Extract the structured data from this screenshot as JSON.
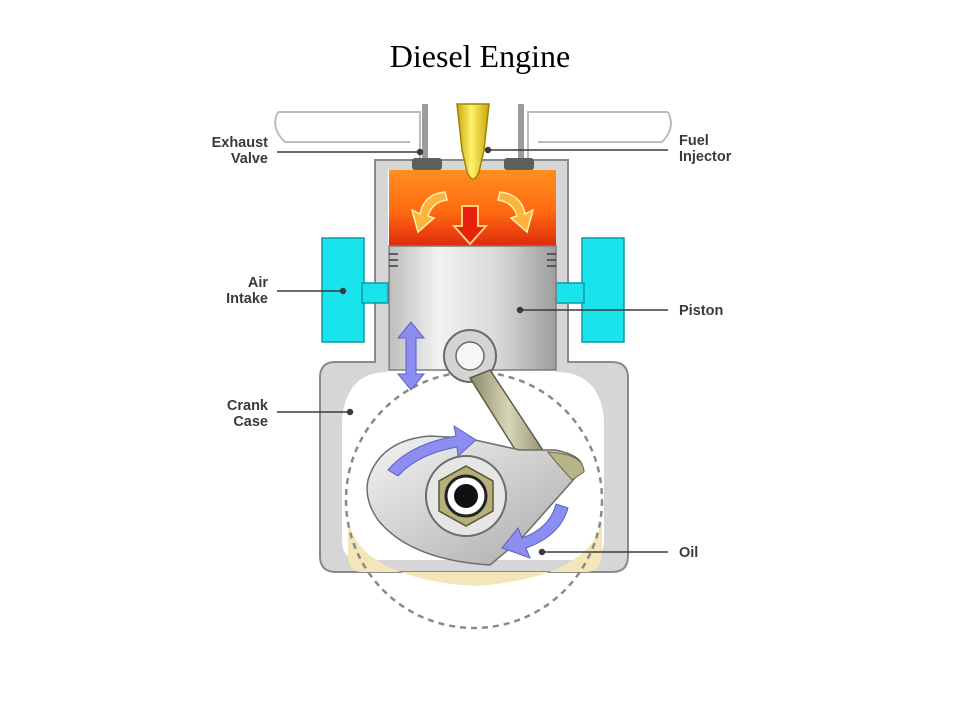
{
  "title": "Diesel Engine",
  "labels": {
    "exhaust_valve": [
      "Exhaust",
      "Valve"
    ],
    "fuel_injector": [
      "Fuel",
      "Injector"
    ],
    "air_intake": [
      "Air",
      "Intake"
    ],
    "piston": [
      "Piston"
    ],
    "crank_case": [
      "Crank",
      "Case"
    ],
    "oil": [
      "Oil"
    ]
  },
  "colors": {
    "air_intake": "#19e3ec",
    "arrows": "#8b8ef0",
    "combustion_top": "#ff8a1a",
    "combustion_bottom": "#e02a10",
    "injector": "#ecd21a",
    "oil": "#f3e6b8",
    "casing": "#d8d8d8"
  }
}
